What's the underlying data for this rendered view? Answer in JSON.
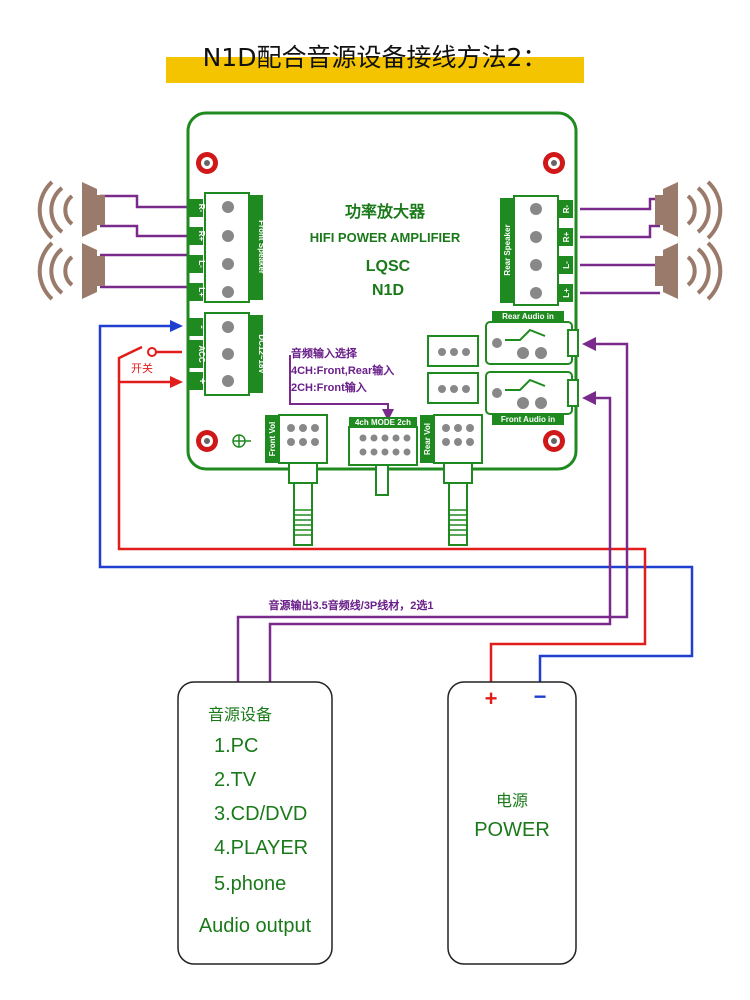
{
  "title": "N1D配合音源设备接线方法2：",
  "colors": {
    "board_outline": "#1f8a1f",
    "title_highlight": "#f5c400",
    "wire_purple": "#7a2a8a",
    "wire_red": "#e21b1b",
    "wire_blue": "#1f3fd0",
    "speaker_brown": "#9a7a6a",
    "mount_hole": "#d01818"
  },
  "board": {
    "name_cn": "功率放大器",
    "name_en": "HIFI POWER AMPLIFIER",
    "brand": "LQSC",
    "model": "N1D",
    "front_speaker": "Front Speaker",
    "rear_speaker": "Rear Speaker",
    "front_pins": [
      "R-",
      "R+",
      "L-",
      "L+"
    ],
    "rear_pins": [
      "R-",
      "R+",
      "L-",
      "L+"
    ],
    "power_pins": [
      "-",
      "ACC",
      "+"
    ],
    "dc_label": "DC12~18V",
    "rear_audio_in": "Rear Audio in",
    "front_audio_in": "Front Audio in",
    "front_vol": "Front Vol",
    "rear_vol": "Rear Vol",
    "mode_label": "4ch MODE 2ch"
  },
  "annotations": {
    "switch_label": "开关",
    "input_select_title": "音频输入选择",
    "input_select_4ch": "4CH:Front,Rear输入",
    "input_select_2ch": "2CH:Front输入",
    "cable_note": "音源输出3.5音频线/3P线材，2选1"
  },
  "source_box": {
    "title": "音源设备",
    "items": [
      "1.PC",
      "2.TV",
      "3.CD/DVD",
      "4.PLAYER",
      "5.phone"
    ],
    "footer": "Audio output"
  },
  "power_box": {
    "plus": "+",
    "minus": "−",
    "title_cn": "电源",
    "title_en": "POWER"
  }
}
